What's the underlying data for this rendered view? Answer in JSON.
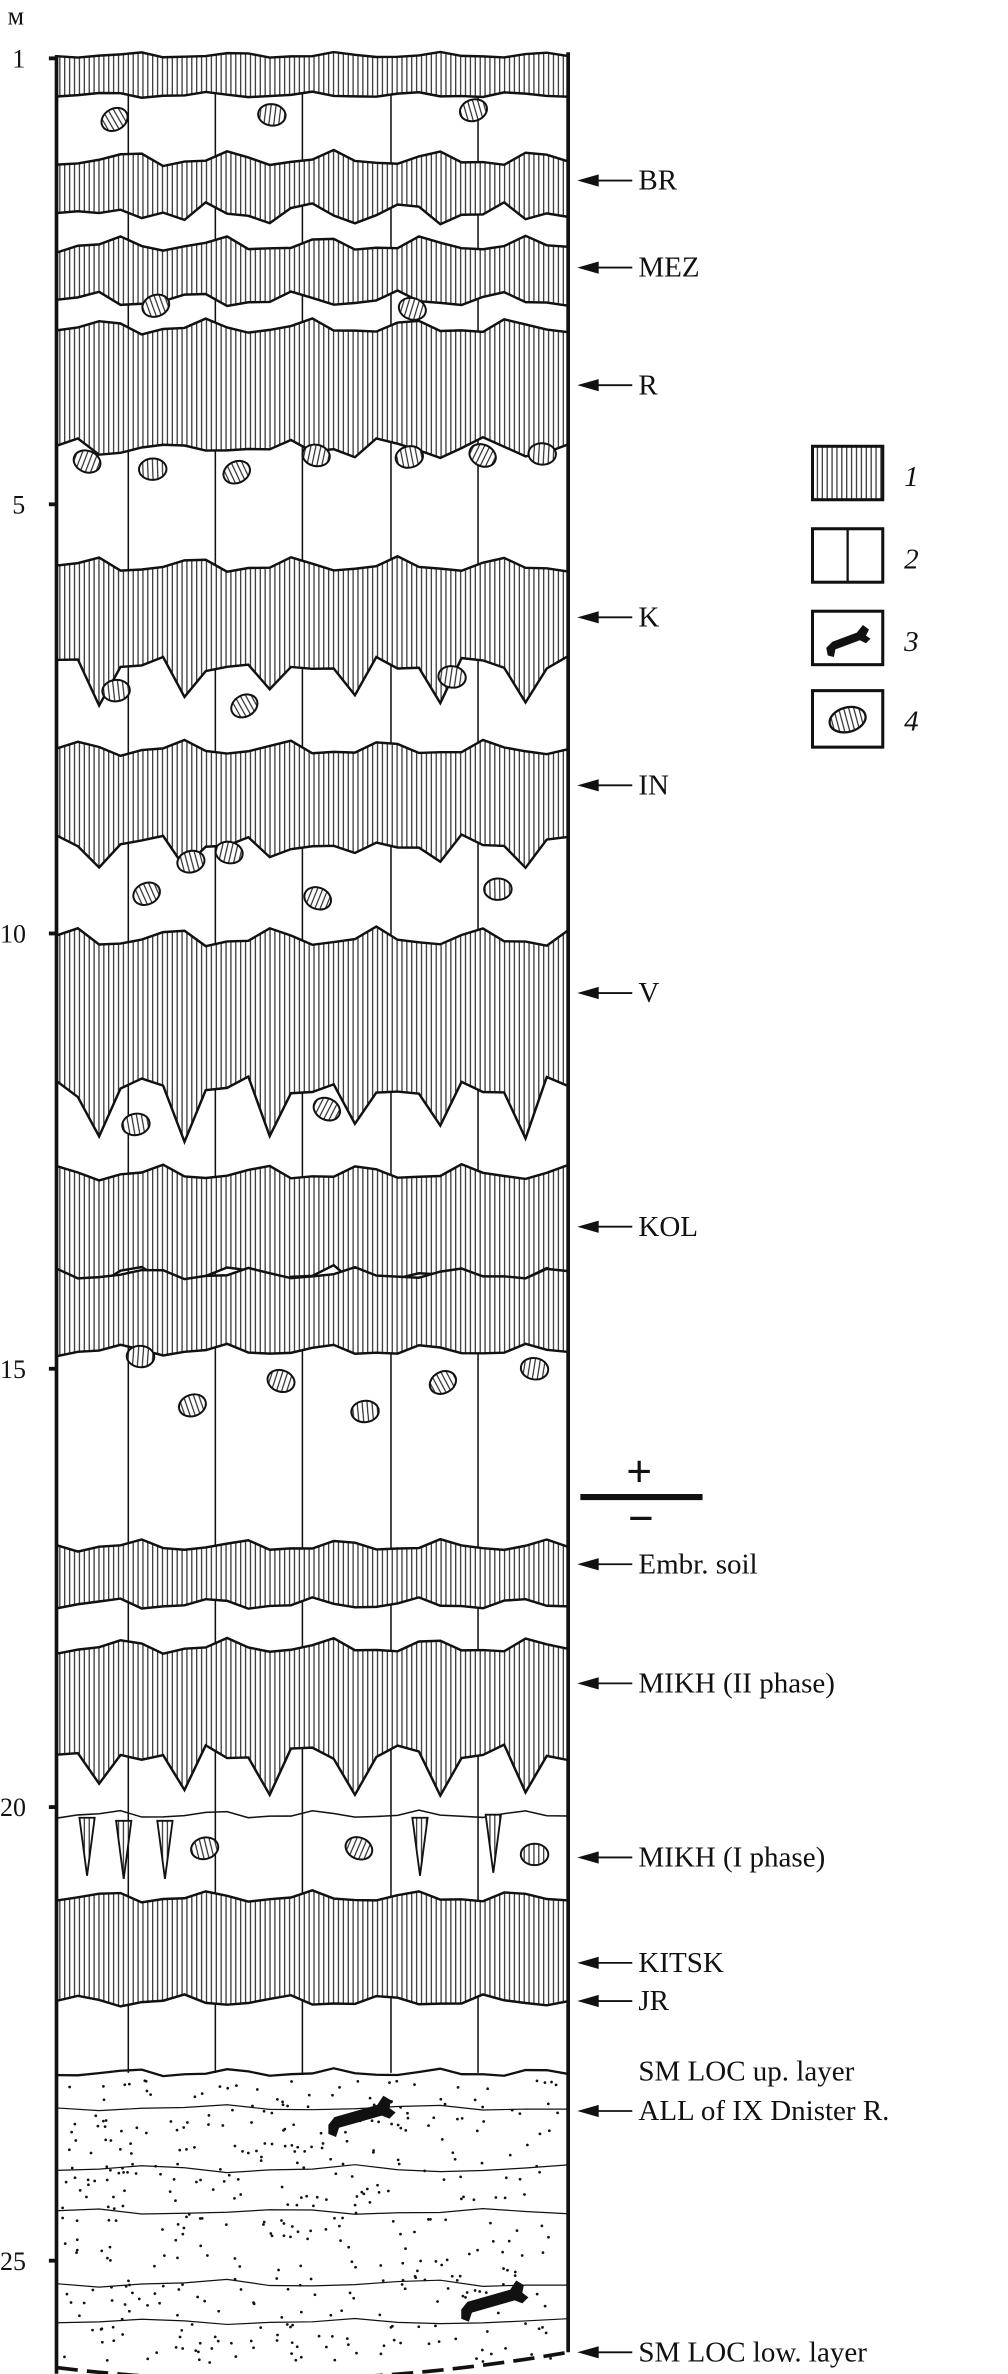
{
  "axis": {
    "unit": "м",
    "ticks": [
      "1",
      "5",
      "10",
      "15",
      "20",
      "25"
    ]
  },
  "layers": [
    {
      "label": "BR"
    },
    {
      "label": "MEZ"
    },
    {
      "label": "R"
    },
    {
      "label": "K"
    },
    {
      "label": "IN"
    },
    {
      "label": "V"
    },
    {
      "label": "KOL"
    },
    {
      "label": "Embr. soil"
    },
    {
      "label": "MIKH (II phase)"
    },
    {
      "label": "MIKH (I phase)"
    },
    {
      "label": "KITSK"
    },
    {
      "label": "JR"
    },
    {
      "label": "SM LOC up. layer"
    },
    {
      "label": "ALL of IX Dnister R."
    },
    {
      "label": "SM LOC low. layer"
    }
  ],
  "boundary": {
    "plus": "+",
    "minus": "−"
  },
  "legend": [
    {
      "num": "1",
      "icon": "hatched-soil-icon"
    },
    {
      "num": "2",
      "icon": "loess-column-icon"
    },
    {
      "num": "3",
      "icon": "bone-icon"
    },
    {
      "num": "4",
      "icon": "hatched-nodule-icon"
    }
  ]
}
